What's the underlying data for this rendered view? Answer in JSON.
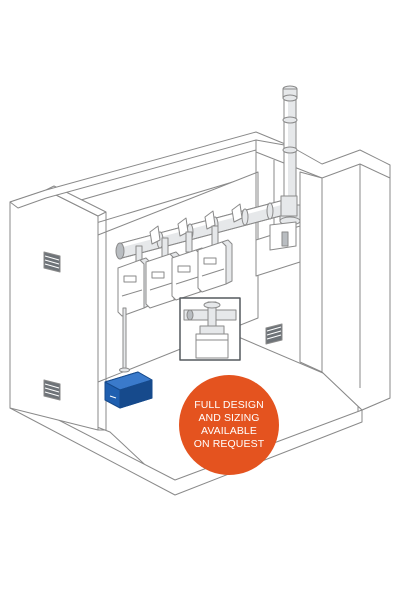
{
  "badge": {
    "text": "FULL DESIGN\nAND SIZING\nAVAILABLE\nON REQUEST",
    "color": "#e4531f"
  },
  "colors": {
    "outline": "#8a8a8a",
    "wall_fill": "#ffffff",
    "pipe_fill": "#e6e8ea",
    "pipe_shadow": "#b9bdc1",
    "tank_fill": "#1f5fb0",
    "tank_dark": "#164a8c",
    "vent_fill": "#6e7378"
  },
  "components": {
    "boiler_count": 4,
    "boiler_icon": "wall-hung-boiler",
    "flue_icon": "vertical-flue-pipe",
    "header_icon": "horizontal-flue-header",
    "tank_icon": "condensate-neutraliser-tank",
    "inset_icon": "flue-connection-detail",
    "vent_icon": "wall-air-vent"
  }
}
